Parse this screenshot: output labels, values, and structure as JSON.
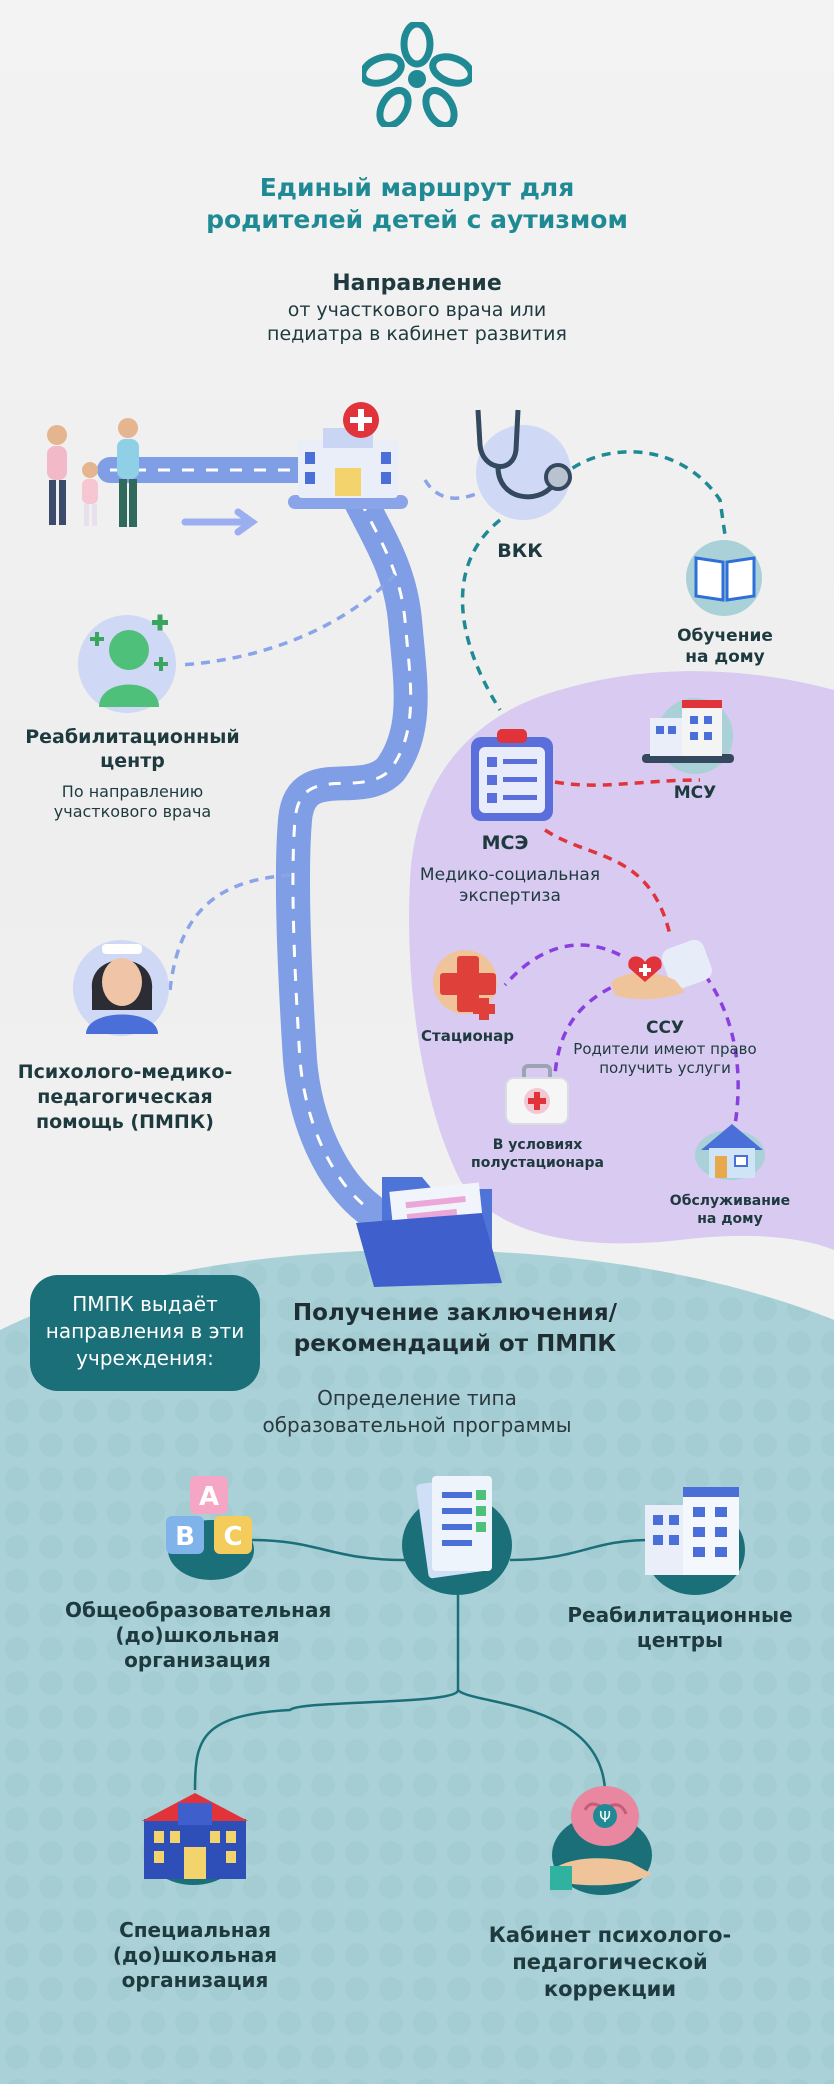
{
  "colors": {
    "teal": "#1f8a94",
    "dark_teal": "#166a72",
    "road": "#7f9ee6",
    "lilac": "#d7c9ef",
    "bottom_teal": "#a9d1d7",
    "red_dash": "#e0343a",
    "purple_dash": "#8a3fe0"
  },
  "header": {
    "title_line1": "Единый маршрут для",
    "title_line2": "родителей детей с аутизмом"
  },
  "direction": {
    "title": "Направление",
    "line1": "от участкового врача или",
    "line2": "педиатра в кабинет развития"
  },
  "nodes": {
    "vkk": {
      "label": "ВКК"
    },
    "home_learning": {
      "line1": "Обучение",
      "line2": "на дому"
    },
    "rehab": {
      "line1": "Реабилитационный",
      "line2": "центр",
      "sub1": "По направлению",
      "sub2": "участкового врача"
    },
    "mse": {
      "label": "МСЭ",
      "sub1": "Медико-социальная",
      "sub2": "экспертиза"
    },
    "msu": {
      "label": "МСУ"
    },
    "pmpk_help": {
      "line1": "Психолого-медико-",
      "line2": "педагогическая",
      "line3": "помощь (ПМПК)"
    },
    "hospital": {
      "label": "Стационар"
    },
    "ssu": {
      "label": "ССУ",
      "sub1": "Родители имеют право",
      "sub2": "получить услуги"
    },
    "semi": {
      "line1": "В условиях",
      "line2": "полустационара"
    },
    "home_service": {
      "line1": "Обслуживание",
      "line2": "на дому"
    }
  },
  "badge": {
    "line1": "ПМПК выдаёт",
    "line2": "направления в эти",
    "line3": "учреждения:"
  },
  "conclusion": {
    "line1": "Получение заключения/",
    "line2": "рекомендаций от ПМПК"
  },
  "program": {
    "line1": "Определение типа",
    "line2": "образовательной программы"
  },
  "institutions": {
    "general": {
      "line1": "Общеобразовательная",
      "line2": "(до)школьная",
      "line3": "организация"
    },
    "rehab_centers": {
      "line1": "Реабилитационные",
      "line2": "центры"
    },
    "special": {
      "line1": "Специальная",
      "line2": "(до)школьная",
      "line3": "организация"
    },
    "psych": {
      "line1": "Кабинет психолого-",
      "line2": "педагогической",
      "line3": "коррекции"
    }
  },
  "icons": [
    "snowflake-logo-icon",
    "family-icon",
    "hospital-building-icon",
    "stethoscope-icon",
    "book-icon",
    "nurse-rehab-icon",
    "clipboard-icon",
    "clinic-icon",
    "psychologist-icon",
    "red-cross-icon",
    "hand-heart-icon",
    "first-aid-kit-icon",
    "house-icon",
    "folder-icon",
    "documents-icon",
    "abc-blocks-icon",
    "rehab-building-icon",
    "school-icon",
    "brain-hand-icon"
  ]
}
